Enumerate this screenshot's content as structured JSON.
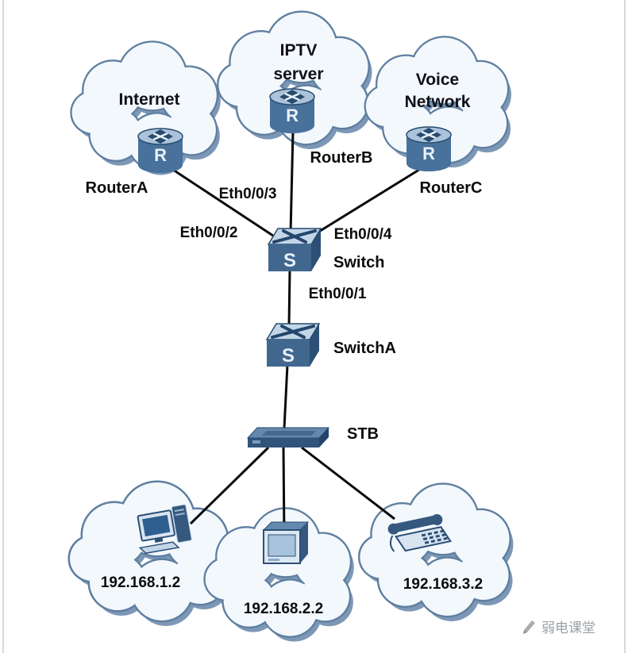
{
  "clouds": {
    "internet": {
      "label": "Internet"
    },
    "iptv": {
      "line1": "IPTV",
      "line2": "server"
    },
    "voice": {
      "line1": "Voice",
      "line2": "Network"
    },
    "lan1": {
      "label": "192.168.1.2"
    },
    "lan2": {
      "label": "192.168.2.2"
    },
    "lan3": {
      "label": "192.168.3.2"
    }
  },
  "devices": {
    "router_a": {
      "label": "RouterA"
    },
    "router_b": {
      "label": "RouterB"
    },
    "router_c": {
      "label": "RouterC"
    },
    "switch": {
      "label": "Switch"
    },
    "switch_a": {
      "label": "SwitchA"
    },
    "stb": {
      "label": "STB"
    }
  },
  "ports": {
    "eth1": {
      "label": "Eth0/0/1"
    },
    "eth2": {
      "label": "Eth0/0/2"
    },
    "eth3": {
      "label": "Eth0/0/3"
    },
    "eth4": {
      "label": "Eth0/0/4"
    }
  },
  "icon_glyphs": {
    "router": "R",
    "switch": "S"
  },
  "watermark": {
    "text": "弱电课堂"
  },
  "colors": {
    "cloud_fill": "#f3f8fd",
    "cloud_outline": "#5f7fa0",
    "cloud_shadow": "#7d98b6",
    "device_dark": "#2c4f75",
    "device_mid": "#48719b",
    "device_light": "#c3d6e8",
    "link_line": "#0a0a0a",
    "watermark_gray": "#9aa0a6"
  }
}
